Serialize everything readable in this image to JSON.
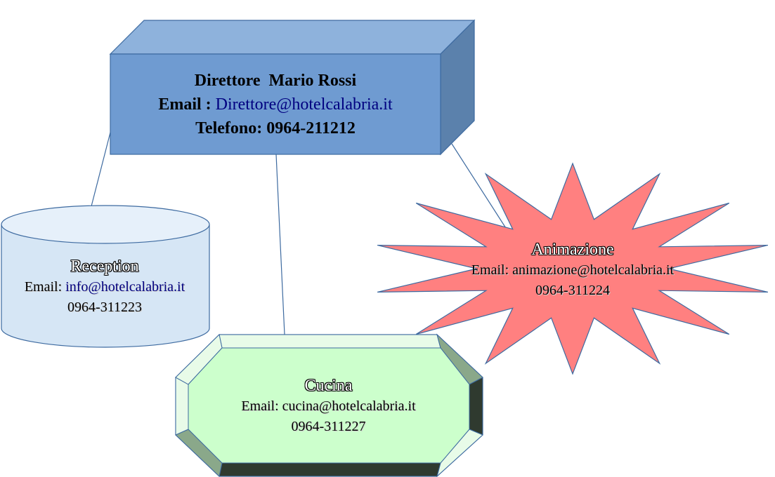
{
  "director": {
    "title": "Direttore  Mario Rossi",
    "email_label": "Email :",
    "email": "Direttore@hotelcalabria.it",
    "phone": "Telefono: 0964-211212"
  },
  "reception": {
    "title": "Reception",
    "email_label": "Email:",
    "email": "info@hotelcalabria.it",
    "phone": "0964-311223"
  },
  "cucina": {
    "title": "Cucina",
    "email": "Email: cucina@hotelcalabria.it",
    "phone": "0964-311227"
  },
  "animazione": {
    "title": "Animazione",
    "email": "Email: animazione@hotelcalabria.it",
    "phone": "0964-311224"
  },
  "colors": {
    "director_front": "#6f9bd1",
    "director_top": "#8eb2dc",
    "director_side": "#5b81ac",
    "reception_fill": "#d6e6f5",
    "cucina_fill": "#ccffcc",
    "animazione_fill": "#ff8080",
    "link": "#000080"
  }
}
